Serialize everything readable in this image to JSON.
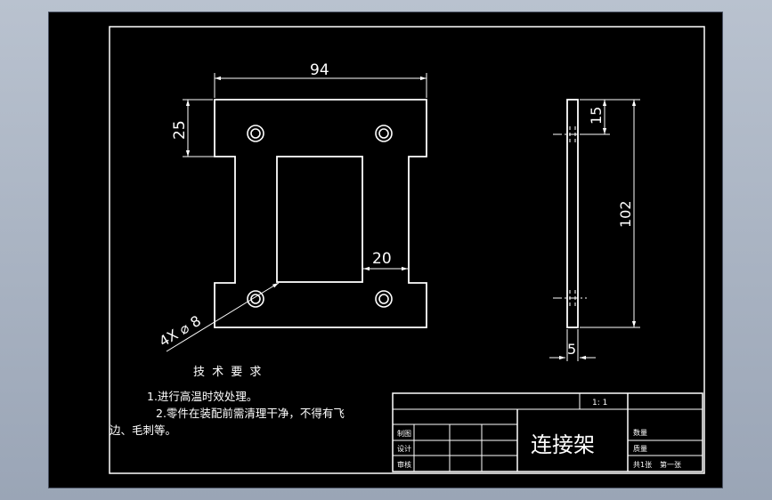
{
  "drawing": {
    "colors": {
      "background": "#000000",
      "line": "#ffffff",
      "app_frame": "#9aa5b6"
    },
    "front_view": {
      "dim_width": "94",
      "dim_top_ear": "25",
      "dim_slot_gap": "20",
      "dim_holes": "4X ⌀ 8"
    },
    "side_view": {
      "dim_hole_offset": "15",
      "dim_height": "102",
      "dim_thickness": "5"
    },
    "notes": {
      "heading": "技 术 要 求",
      "item1": "1.进行高温时效处理。",
      "item2": "2.零件在装配前需清理干净，不得有飞",
      "item2_cont": "边、毛刺等。"
    },
    "title_block": {
      "scale": "1: 1",
      "part_name": "连接架",
      "label_draw": "制图",
      "label_design": "设计",
      "label_review": "审核",
      "label_quantity": "数量",
      "label_mass": "质量",
      "sheet_total": "共1张",
      "sheet_num": "第一张"
    }
  }
}
